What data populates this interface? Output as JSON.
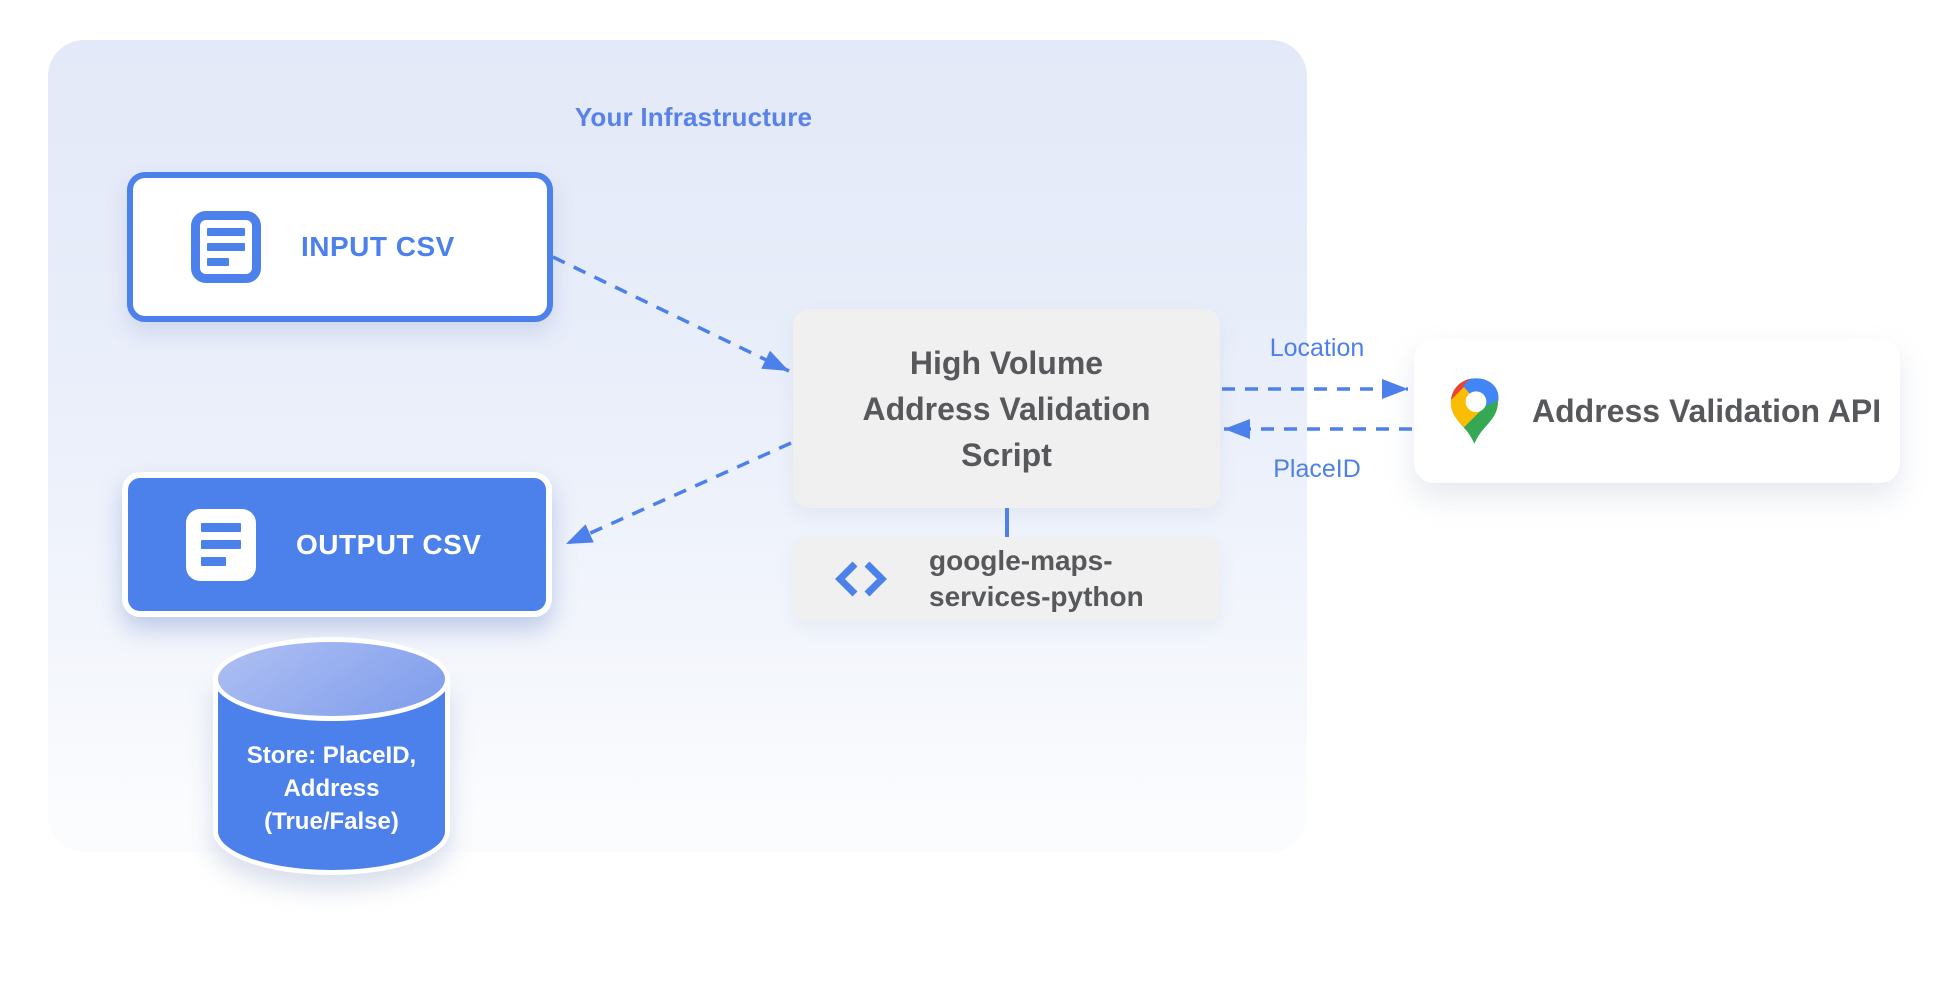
{
  "diagram": {
    "infrastructure_title": "Your Infrastructure",
    "nodes": {
      "input_csv": {
        "label": "INPUT CSV"
      },
      "output_csv": {
        "label": "OUTPUT CSV"
      },
      "script": {
        "line1": "High Volume",
        "line2": "Address Validation",
        "line3": "Script"
      },
      "library": {
        "line1": "google-maps-",
        "line2": "services-python"
      },
      "api": {
        "label": "Address Validation API"
      },
      "datastore": {
        "line1": "Store: PlaceID,",
        "line2": "Address",
        "line3": "(True/False)"
      }
    },
    "edges": {
      "location_label": "Location",
      "placeid_label": "PlaceID"
    },
    "colors": {
      "primary_blue": "#4C80EA",
      "label_blue": "#5881E9",
      "box_gray": "#F0F0F1",
      "text_gray": "#57585B",
      "container_tint": "#E3E9F8",
      "cylinder_light": "#9FB4F0",
      "maps_blue": "#4285F4",
      "maps_red": "#EA4335",
      "maps_yellow": "#FBBC04",
      "maps_green": "#34A853"
    }
  }
}
